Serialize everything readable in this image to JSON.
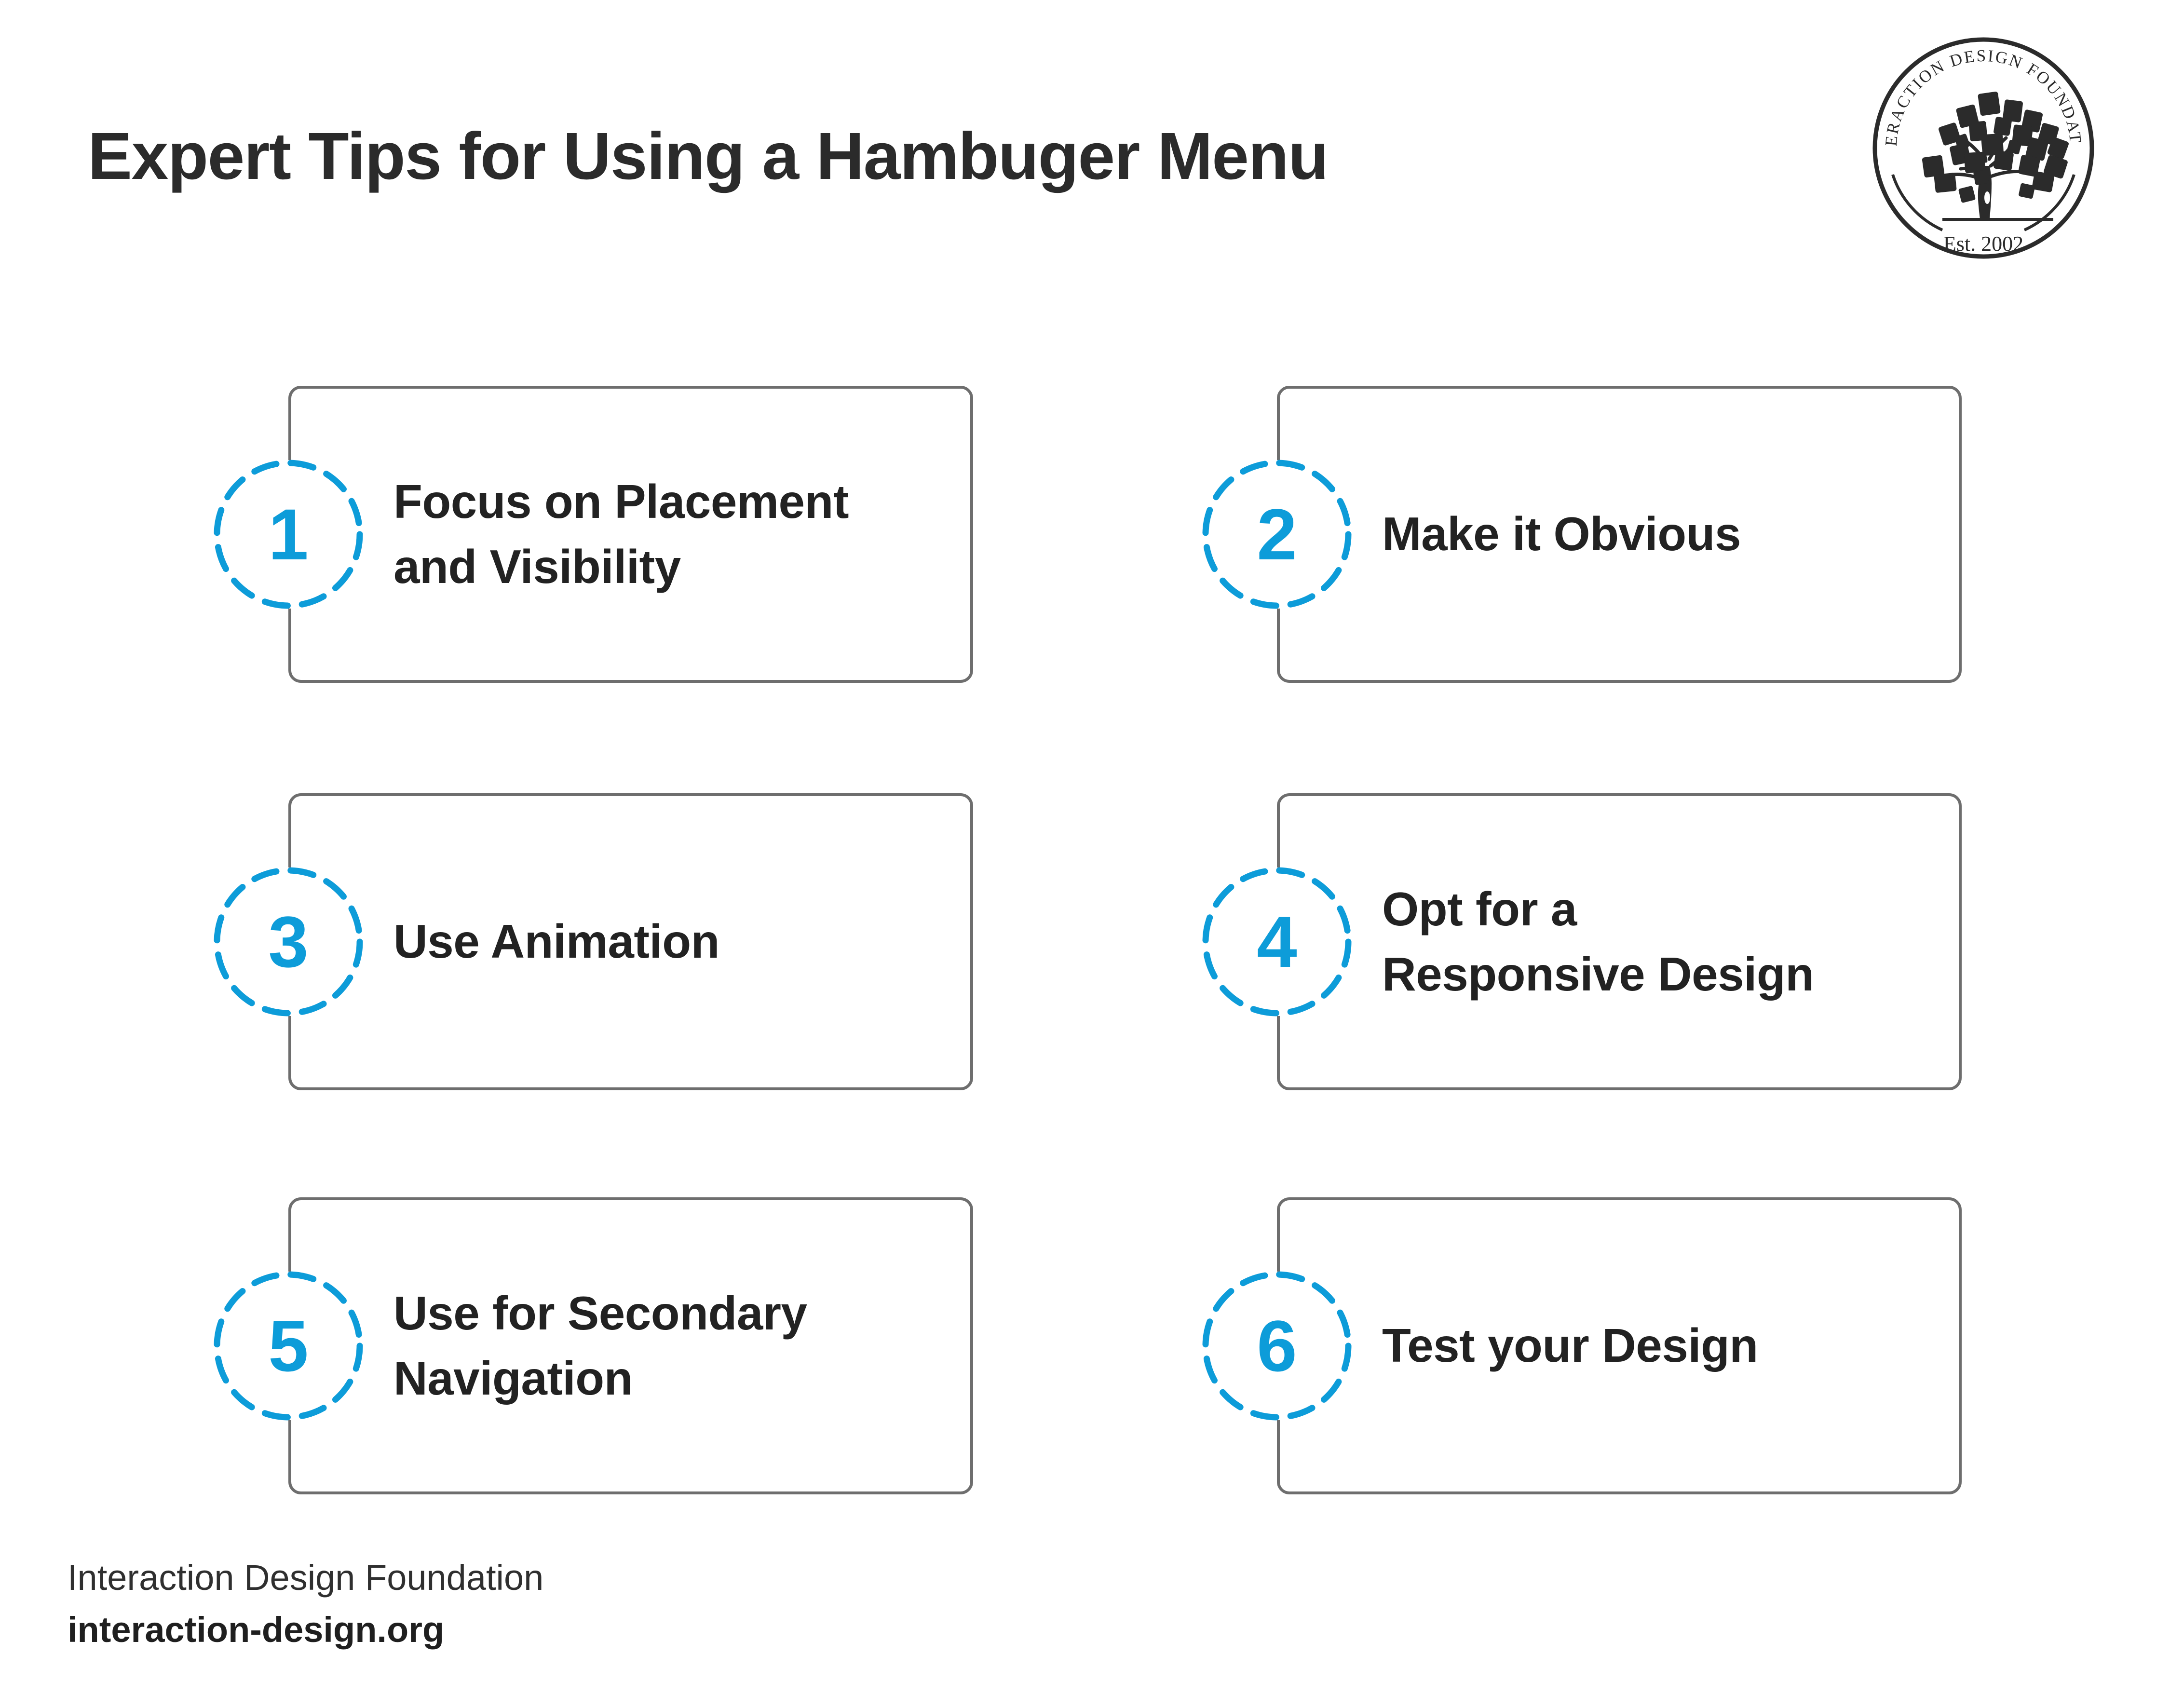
{
  "header": {
    "title": "Expert Tips for Using a Hambuger Menu"
  },
  "logo": {
    "arc_text": "INTERACTION DESIGN FOUNDATION",
    "established": "Est. 2002",
    "mark": "tree-icon"
  },
  "colors": {
    "accent_blue": "#0d9cd9",
    "card_border_gray": "#6e6e6e",
    "title_dark": "#2b2b2b",
    "background": "#ffffff"
  },
  "cards": [
    {
      "number": "1",
      "lines": [
        "Focus on Placement",
        "and Visibility"
      ]
    },
    {
      "number": "2",
      "lines": [
        "Make it Obvious"
      ]
    },
    {
      "number": "3",
      "lines": [
        "Use Animation"
      ]
    },
    {
      "number": "4",
      "lines": [
        "Opt for a",
        "Responsive Design"
      ]
    },
    {
      "number": "5",
      "lines": [
        "Use for Secondary",
        "Navigation"
      ]
    },
    {
      "number": "6",
      "lines": [
        "Test your Design"
      ]
    }
  ],
  "footer": {
    "organization": "Interaction Design Foundation",
    "url": "interaction-design.org"
  }
}
